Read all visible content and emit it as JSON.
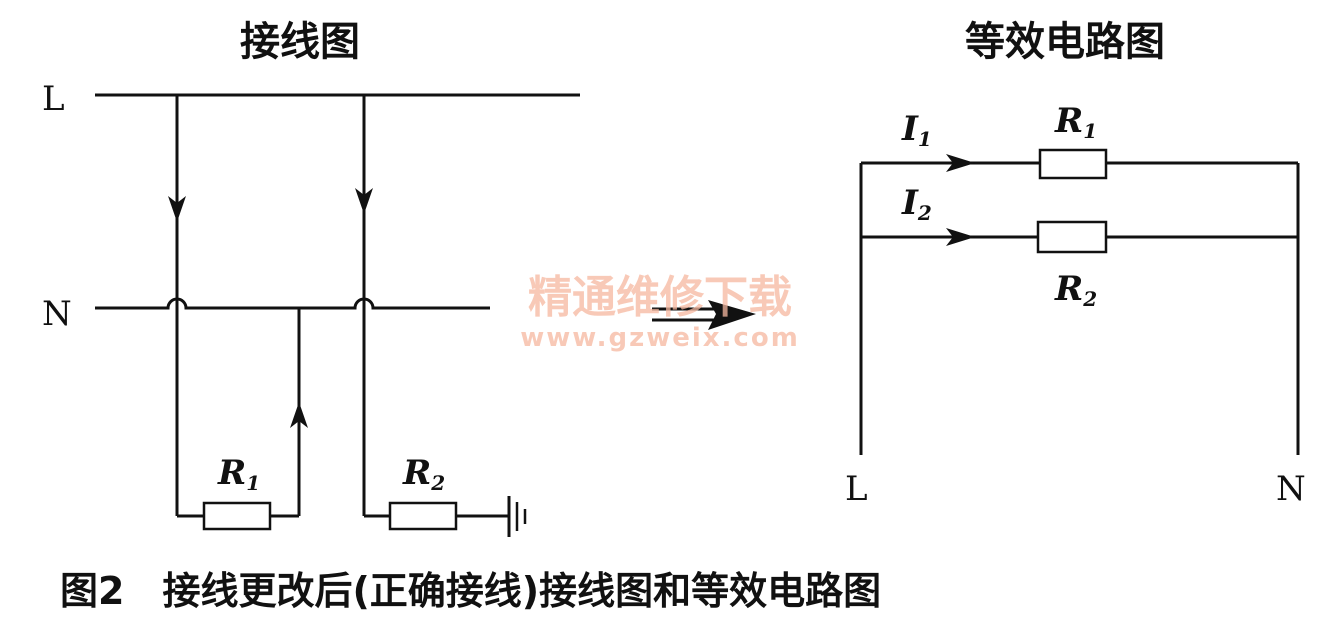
{
  "left_diagram": {
    "title": "接线图",
    "line_label": "L",
    "neutral_label": "N",
    "resistor1": {
      "letter": "R",
      "sub": "1"
    },
    "resistor2": {
      "letter": "R",
      "sub": "2"
    }
  },
  "right_diagram": {
    "title": "等效电路图",
    "current1": {
      "letter": "I",
      "sub": "1"
    },
    "current2": {
      "letter": "I",
      "sub": "2"
    },
    "resistor1": {
      "letter": "R",
      "sub": "1"
    },
    "resistor2": {
      "letter": "R",
      "sub": "2"
    },
    "line_label": "L",
    "neutral_label": "N"
  },
  "caption": "图2　接线更改后(正确接线)接线图和等效电路图",
  "watermark": {
    "text": "精通维修下载",
    "url": "www.gzweix.com"
  },
  "colors": {
    "ink": "#111111",
    "watermark": "#f6b8a0"
  }
}
